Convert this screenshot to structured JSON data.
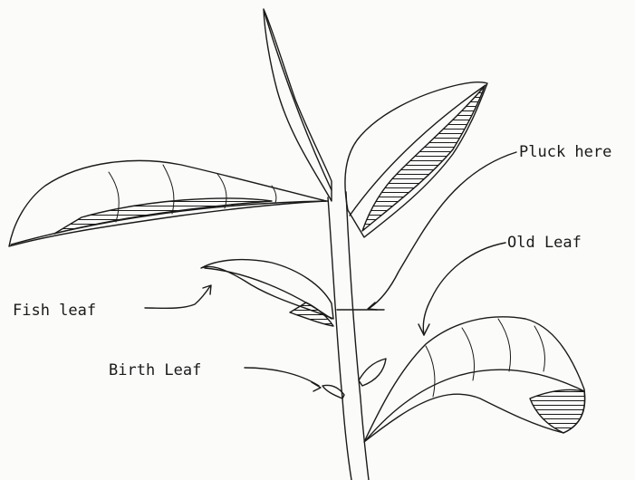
{
  "labels": {
    "pluck_here": "Pluck here",
    "old_leaf": "Old Leaf",
    "fish_leaf": "Fish leaf",
    "birth_leaf": "Birth Leaf"
  },
  "colors": {
    "ink": "#1a1a1a",
    "paper": "#fbfbf9"
  }
}
